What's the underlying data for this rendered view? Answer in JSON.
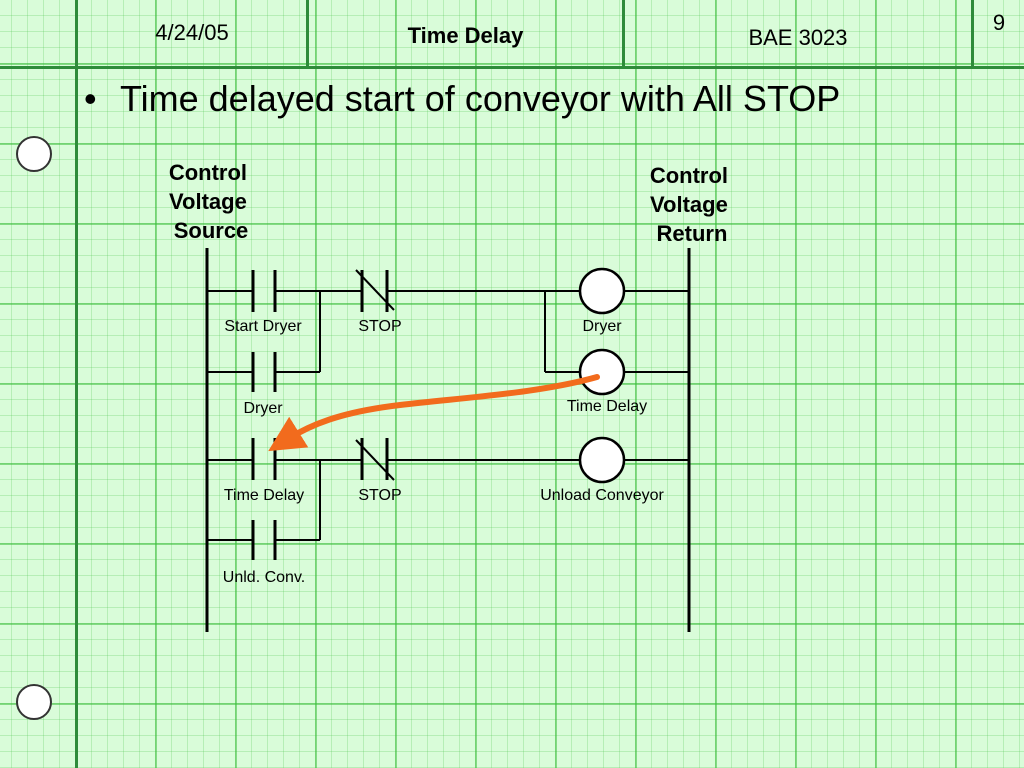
{
  "header": {
    "date": "4/24/05",
    "title": "Time Delay",
    "course": "BAE 3023",
    "page_number": "9"
  },
  "bullet": {
    "glyph": "•",
    "text": "Time delayed start of conveyor with All STOP"
  },
  "diagram": {
    "left_rail_label": [
      "Control",
      "Voltage",
      "Source"
    ],
    "right_rail_label": [
      "Control",
      "Voltage",
      "Return"
    ],
    "elements": {
      "start_dryer_contact": "Start Dryer",
      "stop_contact_1": "STOP",
      "dryer_coil": "Dryer",
      "dryer_contact": "Dryer",
      "time_delay_coil": "Time Delay",
      "time_delay_contact": "Time Delay",
      "stop_contact_2": "STOP",
      "unload_conveyor_coil": "Unload Conveyor",
      "unld_conv_contact": "Unld. Conv."
    },
    "colors": {
      "wire": "#000000",
      "arrow": "#f26b1d",
      "grid": "#2e8b3a",
      "background": "#d9fcd9"
    }
  },
  "icons": {
    "binder_hole": "binder-hole-icon"
  }
}
